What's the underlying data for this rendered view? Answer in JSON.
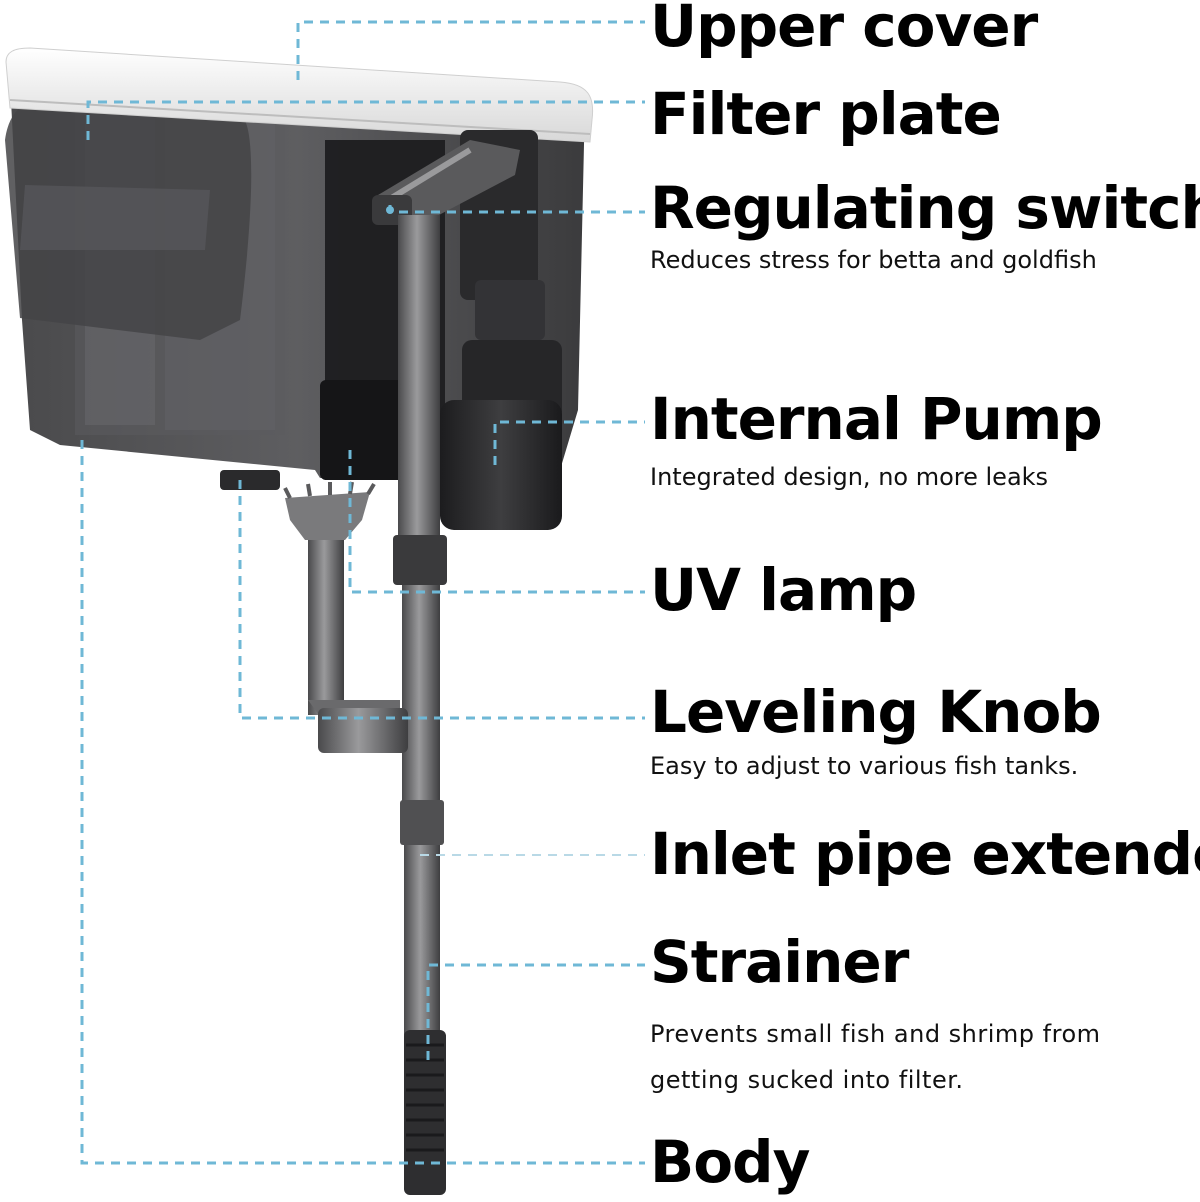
{
  "colors": {
    "leader": "#6fb8d6",
    "text": "#000000",
    "body_dark": "#2e2e30",
    "cover": "#f2f2f2",
    "pipe": "#6a6a6c"
  },
  "components": [
    {
      "id": "upper-cover",
      "label": "Upper cover",
      "description": ""
    },
    {
      "id": "filter-plate",
      "label": "Filter plate",
      "description": ""
    },
    {
      "id": "regulating-switch",
      "label": "Regulating switch",
      "description": "Reduces stress for betta and goldfish"
    },
    {
      "id": "internal-pump",
      "label": "Internal Pump",
      "description": "Integrated design, no more leaks"
    },
    {
      "id": "uv-lamp",
      "label": "UV lamp",
      "description": ""
    },
    {
      "id": "leveling-knob",
      "label": "Leveling Knob",
      "description": "Easy to adjust to various fish tanks."
    },
    {
      "id": "inlet-pipe",
      "label": "Inlet pipe extended",
      "description": ""
    },
    {
      "id": "strainer",
      "label": "Strainer",
      "description": "Prevents small fish and shrimp from",
      "description_line2": "getting sucked into filter."
    },
    {
      "id": "body",
      "label": "Body",
      "description": ""
    }
  ]
}
